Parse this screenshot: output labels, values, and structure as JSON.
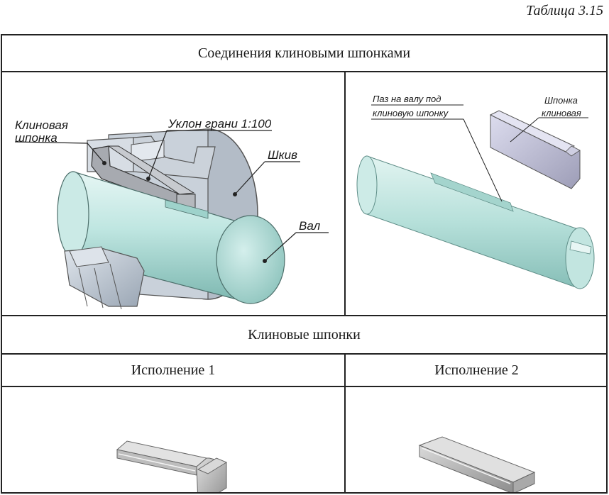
{
  "table_number": "Таблица 3.15",
  "sections": {
    "wedge_key_connections": {
      "title": "Соединения клиновыми шпонками",
      "left_drawing": {
        "callouts": {
          "wedge_key_line1": "Клиновая",
          "wedge_key_line2": "шпонка",
          "face_slope": "Уклон грани 1:100",
          "pulley": "Шкив",
          "shaft": "Вал"
        }
      },
      "right_drawing": {
        "callouts": {
          "shaft_slot_line1": "Паз на валу под",
          "shaft_slot_line2": "клиновую шпонку",
          "key_line1": "Шпонка",
          "key_line2": "клиновая"
        }
      }
    },
    "wedge_keys": {
      "title": "Клиновые шпонки",
      "variants": [
        {
          "label": "Исполнение 1"
        },
        {
          "label": "Исполнение 2"
        }
      ]
    }
  },
  "colors": {
    "border": "#222222",
    "shaft": "#b9e3df",
    "metal": "#c4cfda",
    "key_gray": "#a9a9a9"
  }
}
